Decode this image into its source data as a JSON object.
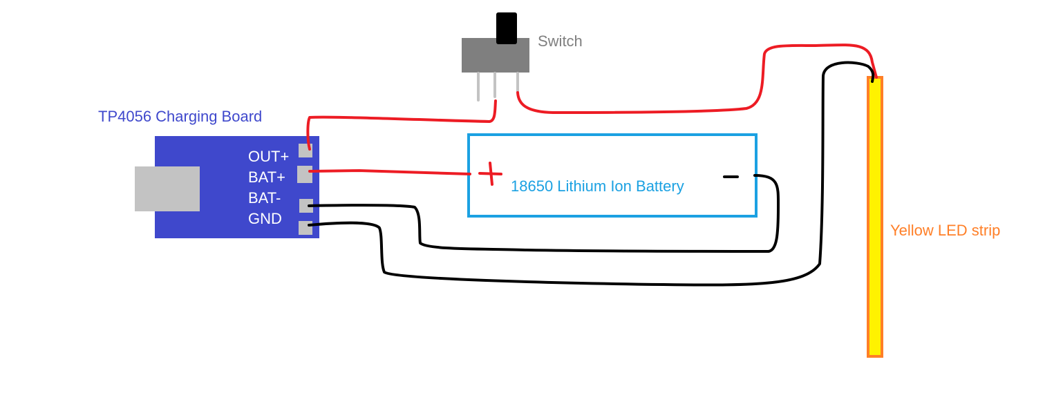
{
  "colors": {
    "background": "#ffffff",
    "board": "#3f48cc",
    "board_label": "#3f48cc",
    "usb_port": "#c3c3c3",
    "pad": "#c3c3c3",
    "battery_outline": "#1ba1e2",
    "battery_label": "#1ba1e2",
    "plus_sign": "#ed1c24",
    "minus_sign": "#000000",
    "switch_body": "#7f7f7f",
    "switch_knob": "#000000",
    "switch_pins": "#c3c3c3",
    "switch_label": "#7f7f7f",
    "led_fill": "#fff200",
    "led_outline": "#ff7f27",
    "led_label": "#ff7f27",
    "wire_red": "#ed1c24",
    "wire_black": "#000000",
    "pin_label": "#ffffff"
  },
  "board": {
    "title": "TP4056 Charging Board",
    "pins": [
      "OUT+",
      "BAT+",
      "BAT-",
      "GND"
    ]
  },
  "battery": {
    "label": "18650 Lithium Ion Battery",
    "plus": "+",
    "minus": "-"
  },
  "switch": {
    "label": "Switch"
  },
  "led": {
    "label": "Yellow LED strip"
  }
}
